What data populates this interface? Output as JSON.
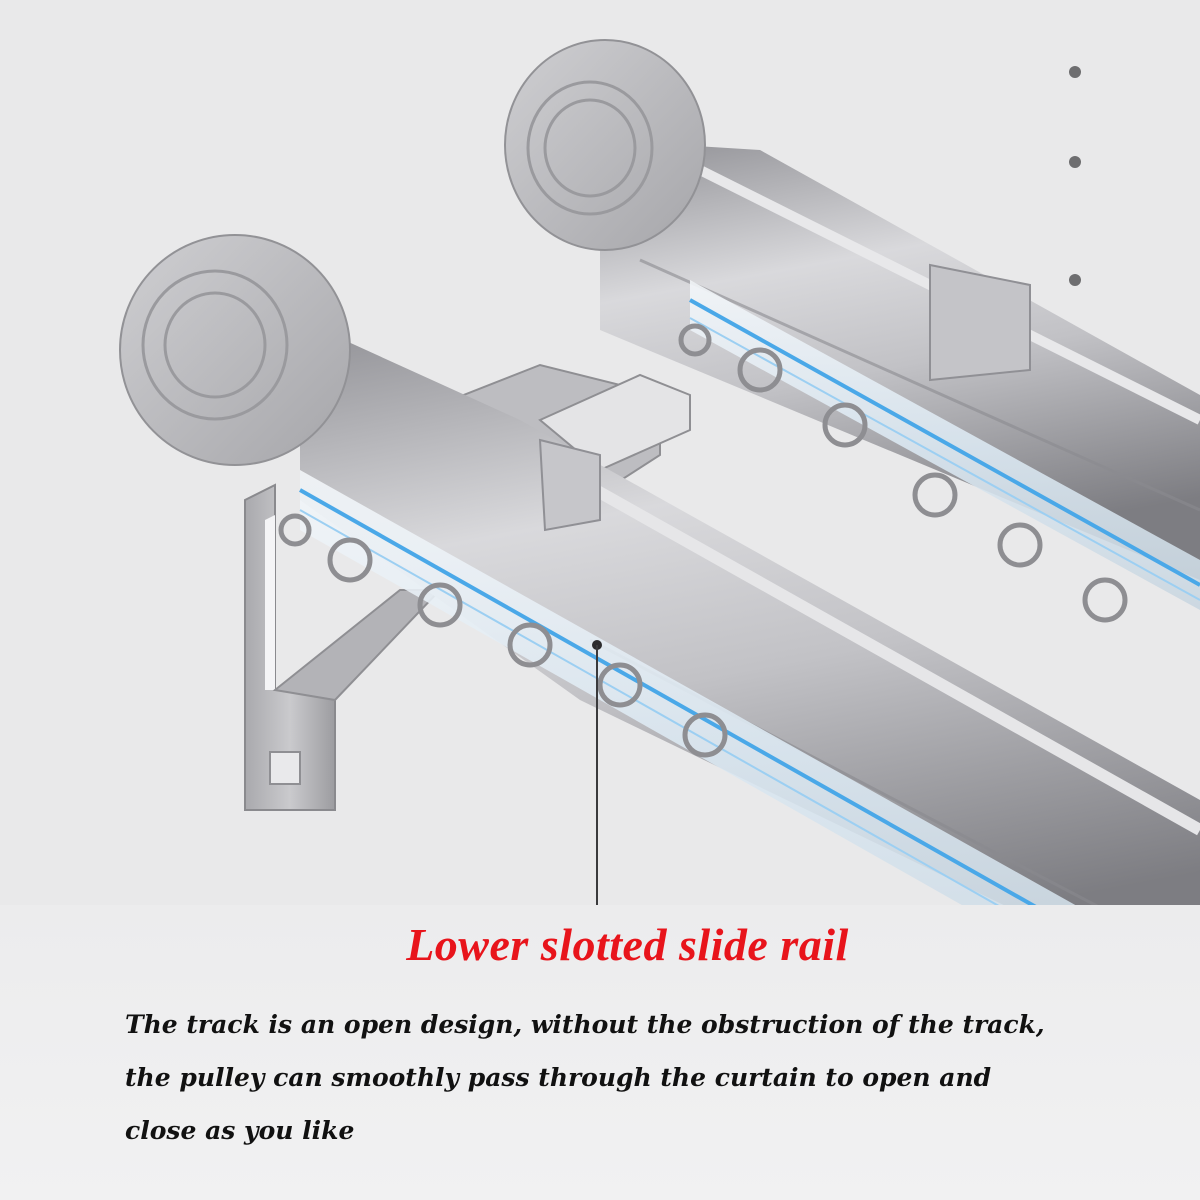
{
  "headline": {
    "text": "Lower slotted slide rail",
    "color": "#e8141b"
  },
  "description": {
    "line1": "The track is an open design, without the obstruction of the track,",
    "line2": "the pulley can smoothly pass through the curtain to open and",
    "line3": "close as you like"
  },
  "colors": {
    "background": "#e9e9ea",
    "rod_metal": "#b9b9bc",
    "track_accent": "#4aa8e8"
  }
}
